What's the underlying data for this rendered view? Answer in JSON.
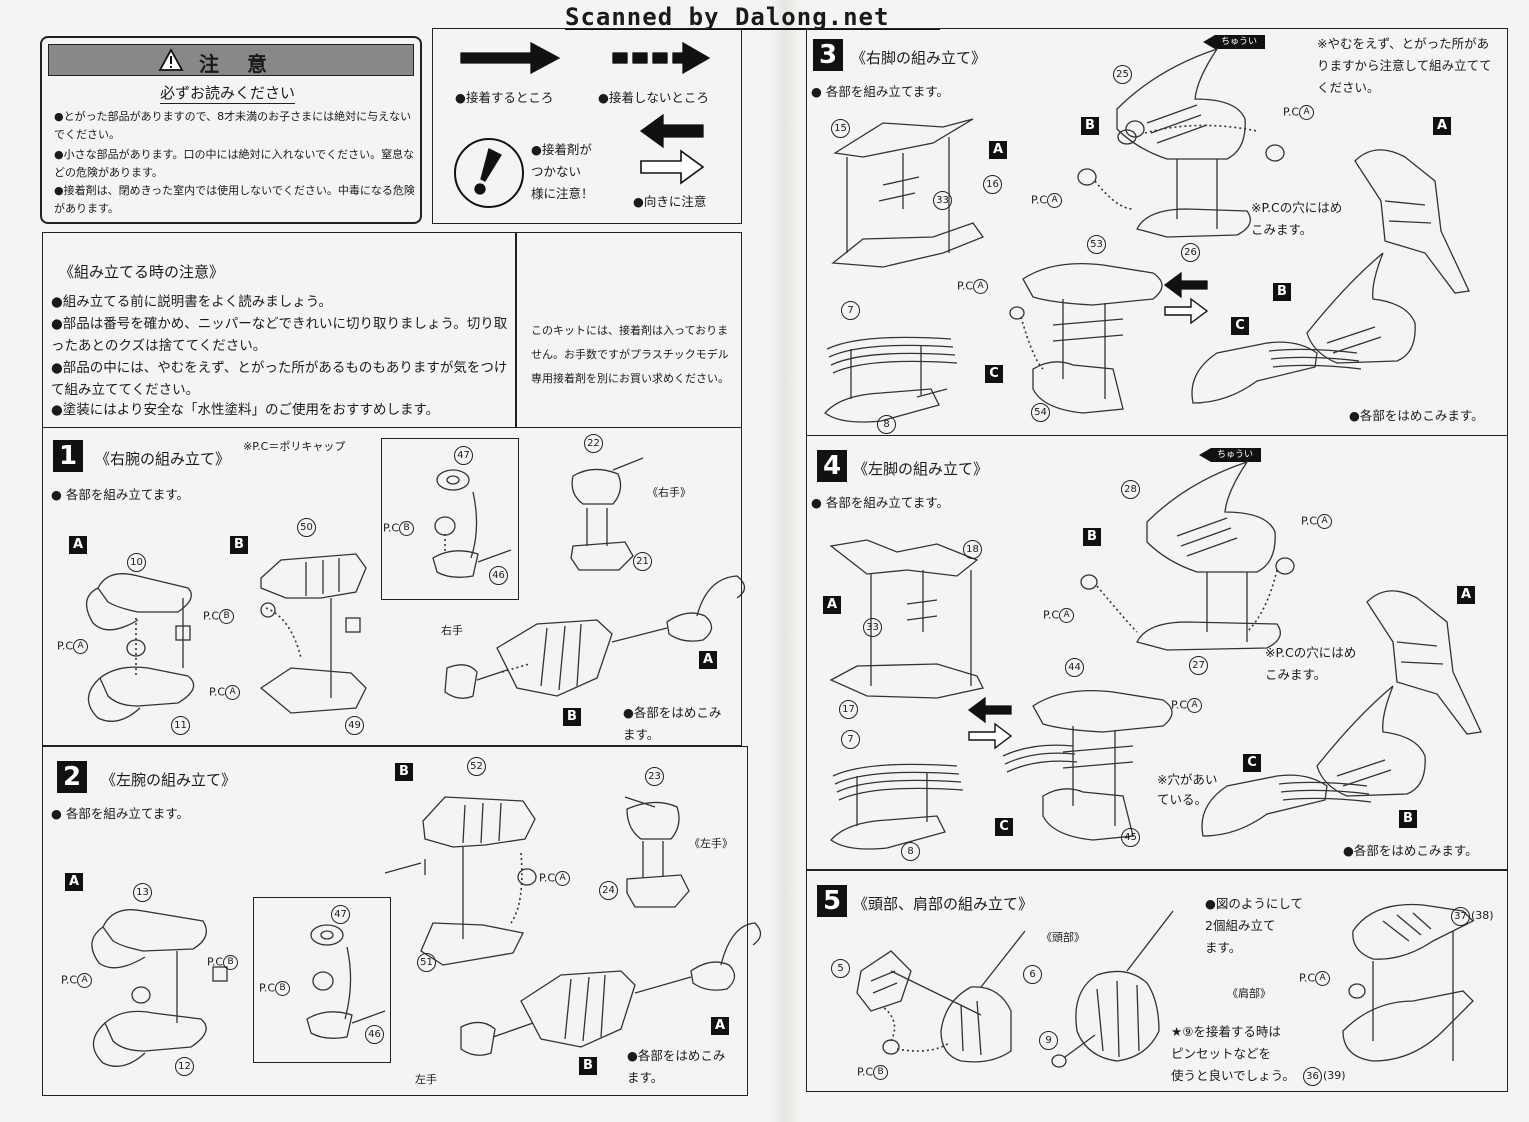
{
  "header": {
    "scan_credit": "Scanned by Dalong.net"
  },
  "caution": {
    "title": "注　意",
    "subtitle": "必ずお読みください",
    "items": [
      "●とがった部品がありますので、8才未満のお子さまには絶対に与えないでください。",
      "●小さな部品があります。口の中には絶対に入れないでください。窒息などの危険があります。",
      "●接着剤は、閉めきった室内では使用しないでください。中毒になる危険があります。"
    ]
  },
  "legend": {
    "glue": "●接着するところ",
    "no_glue": "●接着しないところ",
    "glue_warning": "●接着剤が\nつかない\n様に注意！",
    "direction": "●向きに注意"
  },
  "assembly_notes": {
    "title": "《組み立てる時の注意》",
    "items": [
      "●組み立てる前に説明書をよく読みましょう。",
      "●部品は番号を確かめ、ニッパーなどできれいに切り取りましょう。切り取ったあとのクズは捨ててください。",
      "●部品の中には、やむをえず、とがった所があるものもありますが気をつけて組み立ててください。",
      "●塗装にはより安全な「水性塗料」のご使用をおすすめします。"
    ],
    "glue_notice": "このキットには、接着剤は入っておりません。お手数ですがプラスチックモデル専用接着剤を別にお買い求めください。"
  },
  "steps": {
    "s1": {
      "number": "1",
      "title": "《右腕の組み立て》",
      "note": "※P.C＝ポリキャップ",
      "instruction": "● 各部を組み立てます。",
      "hand": "《右手》",
      "hand_label": "右手",
      "fit": "●各部をはめこみ\nます。"
    },
    "s2": {
      "number": "2",
      "title": "《左腕の組み立て》",
      "instruction": "● 各部を組み立てます。",
      "hand": "《左手》",
      "hand_label": "左手",
      "fit": "●各部をはめこみ\nます。"
    },
    "s3": {
      "number": "3",
      "title": "《右脚の組み立て》",
      "instruction": "● 各部を組み立てます。",
      "sharp_note": "※やむをえず、とがった所がありますから注意して組み立ててください。",
      "pc_hole": "※P.Cの穴にはめ\nこみます。",
      "fit": "●各部をはめこみます。",
      "chuui": "ちゅうい"
    },
    "s4": {
      "number": "4",
      "title": "《左脚の組み立て》",
      "instruction": "● 各部を組み立てます。",
      "pc_hole": "※P.Cの穴にはめ\nこみます。",
      "hole_note": "※穴があい\nている。",
      "fit": "●各部をはめこみます。",
      "chuui": "ちゅうい"
    },
    "s5": {
      "number": "5",
      "title": "《頭部、肩部の組み立て》",
      "head": "《頭部》",
      "shoulder": "《肩部》",
      "make_two": "●図のようにして\n2個組み立て\nます。",
      "tweezers": "★⑨を接着する時は\nピンセットなどを\n使うと良いでしょう。"
    }
  },
  "labels": {
    "A": "A",
    "B": "B",
    "C": "C",
    "pc": "P.C",
    "pcA": "A",
    "pcB": "B"
  },
  "parts": {
    "p10": "10",
    "p11": "11",
    "p50": "50",
    "p49": "49",
    "p47": "47",
    "p46": "46",
    "p22": "22",
    "p21": "21",
    "p13": "13",
    "p12": "12",
    "p52": "52",
    "p51": "51",
    "p47b": "47",
    "p46b": "46",
    "p23": "23",
    "p24": "24",
    "p15": "15",
    "p33": "33",
    "p16": "16",
    "p7": "7",
    "p8": "8",
    "p25": "25",
    "p26": "26",
    "p53": "53",
    "p54": "54",
    "p18": "18",
    "p33b": "33",
    "p17": "17",
    "p7b": "7",
    "p8b": "8",
    "p28": "28",
    "p27": "27",
    "p44": "44",
    "p45": "45",
    "p5": "5",
    "p6": "6",
    "p9": "9",
    "p37": "37",
    "p38": "(38)",
    "p36": "36",
    "p39": "(39)"
  }
}
